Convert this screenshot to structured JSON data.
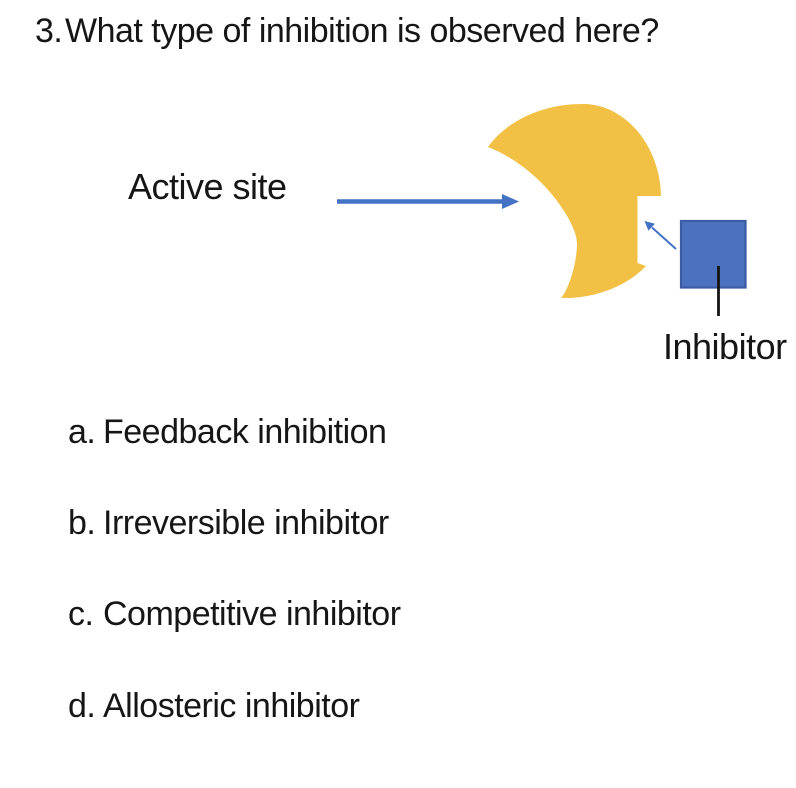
{
  "question": {
    "number": "3.",
    "text": "What type of inhibition is observed here?"
  },
  "diagram": {
    "active_site_label": "Active site",
    "inhibitor_label": "Inhibitor",
    "colors": {
      "enzyme_fill": "#F2C044",
      "inhibitor_fill": "#4C72BF",
      "inhibitor_border": "#3A5BA5",
      "arrow_blue": "#4472C4",
      "pointer_black": "#141414"
    }
  },
  "options": [
    {
      "marker": "a.",
      "label": "Feedback inhibition"
    },
    {
      "marker": "b.",
      "label": "Irreversible inhibitor"
    },
    {
      "marker": "c.",
      "label": "Competitive inhibitor"
    },
    {
      "marker": "d.",
      "label": "Allosteric inhibitor"
    }
  ],
  "text_color": "#161616",
  "background": "#ffffff"
}
